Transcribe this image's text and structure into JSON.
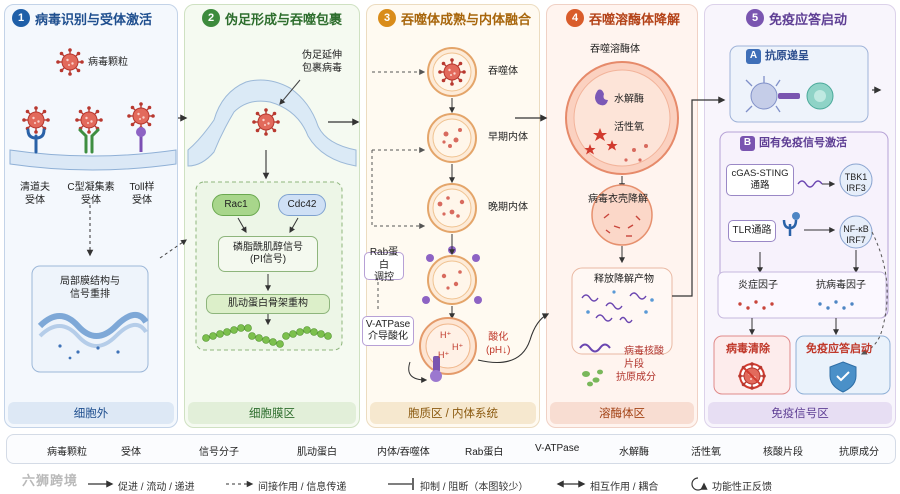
{
  "panels": [
    {
      "num": "1",
      "title": "病毒识别与受体激活",
      "zone": "细胞外"
    },
    {
      "num": "2",
      "title": "伪足形成与吞噬包裹",
      "zone": "细胞膜区"
    },
    {
      "num": "3",
      "title": "吞噬体成熟与内体融合",
      "zone": "胞质区 / 内体系统"
    },
    {
      "num": "4",
      "title": "吞噬溶酶体降解",
      "zone": "溶酶体区"
    },
    {
      "num": "5",
      "title": "免疫应答启动",
      "zone": "免疫信号区"
    }
  ],
  "p1": {
    "virus": "病毒颗粒",
    "receptor1": "清道夫\n受体",
    "receptor2": "C型凝集素\n受体",
    "receptor3": "Toll样\n受体",
    "membrane_box": "局部膜结构与\n信号重排"
  },
  "p2": {
    "pseudopod": "伪足延伸\n包裹病毒",
    "rac1": "Rac1",
    "cdc42": "Cdc42",
    "pi": "磷脂酰肌醇信号\n(PI信号)",
    "actin": "肌动蛋白骨架重构"
  },
  "p3": {
    "phagosome": "吞噬体",
    "early": "早期内体",
    "late": "晚期内体",
    "rab": "Rab蛋白\n调控",
    "vatpase": "V-ATPase\n介导酸化",
    "acid": "酸化\n(pH↓)",
    "hplus": "H⁺"
  },
  "p4": {
    "title": "吞噬溶酶体",
    "enzyme": "水解酶",
    "ros": "活性氧",
    "uncoat": "病毒衣壳降解",
    "release": "释放降解产物",
    "fragments": "病毒核酸\n片段",
    "antigen": "抗原成分"
  },
  "p5": {
    "a_letter": "A",
    "a_title": "抗原递呈",
    "b_letter": "B",
    "b_title": "固有免疫信号激活",
    "cgas": "cGAS-STING\n通路",
    "tbk": "TBK1\nIRF3",
    "tlr": "TLR通路",
    "nfkb": "NF-κB\nIRF7",
    "inflam": "炎症因子",
    "antiviral": "抗病毒因子",
    "clear": "病毒清除",
    "immune": "免疫应答启动"
  },
  "legend": [
    {
      "icon": "virus-icon",
      "label": "病毒颗粒"
    },
    {
      "icon": "receptor-icon",
      "label": "受体"
    },
    {
      "icon": "signal-molecule-icon",
      "label": "信号分子"
    },
    {
      "icon": "actin-icon",
      "label": "肌动蛋白"
    },
    {
      "icon": "endosome-icon",
      "label": "内体/吞噬体"
    },
    {
      "icon": "rab-icon",
      "label": "Rab蛋白"
    },
    {
      "icon": "vatpase-icon",
      "label": "V-ATPase"
    },
    {
      "icon": "enzyme-icon",
      "label": "水解酶"
    },
    {
      "icon": "ros-icon",
      "label": "活性氧"
    },
    {
      "icon": "nucleic-acid-icon",
      "label": "核酸片段"
    },
    {
      "icon": "antigen-icon",
      "label": "抗原成分"
    }
  ],
  "legend2": [
    {
      "icon": "solid-arrow",
      "label": "促进 / 流动 / 递进"
    },
    {
      "icon": "dashed-arrow",
      "label": "间接作用 / 信息传递"
    },
    {
      "icon": "inhibit-arrow",
      "label": "抑制 / 阻断（本图较少）"
    },
    {
      "icon": "double-arrow",
      "label": "相互作用 / 耦合"
    },
    {
      "icon": "feedback-arrow",
      "label": "功能性正反馈"
    }
  ],
  "watermark": "六狮跨境",
  "colors": {
    "p1": "#1f5fa8",
    "p2": "#3d8b3d",
    "p3": "#d98c1a",
    "p4": "#d95c2b",
    "p5": "#7a55b0",
    "virus": "#c8453b",
    "actin": "#7cc04d"
  }
}
